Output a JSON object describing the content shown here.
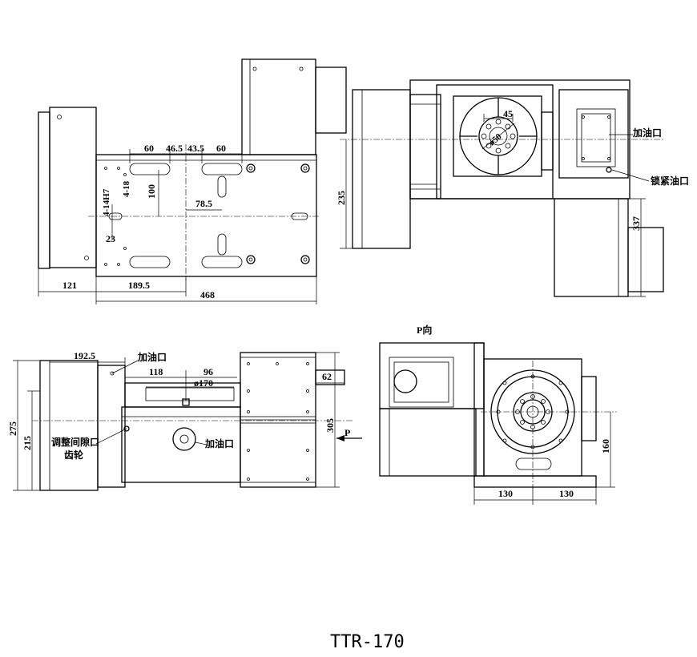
{
  "title": "TTR-170",
  "top_view": {
    "dims": {
      "d60a": "60",
      "d46_5": "46.5",
      "d43_5": "43.5",
      "d60b": "60",
      "d100": "100",
      "d4_18": "4-18",
      "d4_14H7": "4-14H7",
      "d78_5": "78.5",
      "d23": "23",
      "d121": "121",
      "d189_5": "189.5",
      "d468": "468"
    }
  },
  "top_right_view": {
    "dims": {
      "d45": "45",
      "d50": "ø50",
      "d235": "235",
      "d337": "337"
    },
    "labels": {
      "oil_fill": "加油口",
      "lock_oil": "锁紧油口"
    }
  },
  "front_view": {
    "dims": {
      "d192_5": "192.5",
      "d118": "118",
      "d96": "96",
      "d170": "ø170",
      "d62": "62",
      "d275": "275",
      "d215": "215",
      "d305": "305"
    },
    "labels": {
      "oil_fill_top": "加油口",
      "oil_fill_mid": "加油口",
      "adjust_gap": "调整间隙口",
      "gear": "齿轮",
      "p_arrow": "P"
    }
  },
  "p_view": {
    "title": "P向",
    "dims": {
      "d160": "160",
      "d130a": "130",
      "d130b": "130"
    }
  }
}
